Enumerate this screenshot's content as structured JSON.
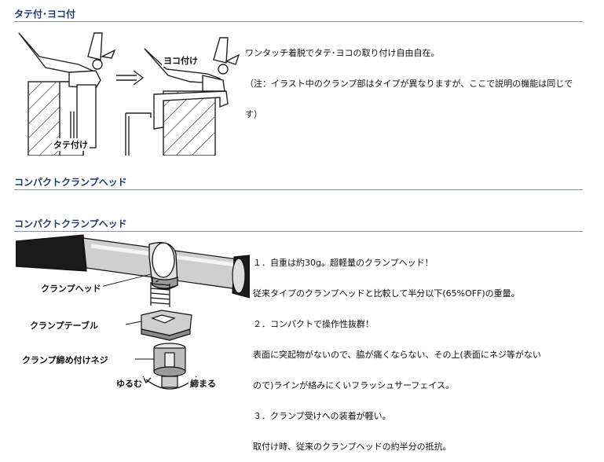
{
  "sections": {
    "tate": {
      "title": "タテ付･ヨコ付",
      "desc_lines": [
        "ワンタッチ着脱でタテ･ヨコの取り付け自由自在。",
        "（注：イラスト中のクランプ部はタイプが異なりますが、ここで説明の機能は同じで",
        "す）"
      ],
      "labels": {
        "yoko": "ヨコ付け",
        "tate": "タテ付け"
      }
    },
    "compact_1": {
      "title": "コンパクトクランプヘッド"
    },
    "compact_2": {
      "title": "コンパクトクランプヘッド",
      "desc_lines": [
        "１．自重は約30g。超軽量のクランプヘッド！",
        "従来タイプのクランプヘッドと比較して半分以下(65%OFF)の重量。",
        "２．コンパクトで操作性抜群！",
        "表面に突起物がないので、脇が痛くならない、その上(表面にネジ等がない",
        "ので)ラインが絡みにくいフラッシュサーフェイス。",
        "３．クランプ受けへの装着が軽い。",
        "取付け時、従来のクランプヘッドの約半分の抵抗。"
      ],
      "labels": {
        "head": "クランプヘッド",
        "table": "クランプテーブル",
        "screw": "クランプ締め付けネジ",
        "loosen": "ゆるむ",
        "tighten": "締まる"
      }
    }
  },
  "colors": {
    "heading": "#1b3a73",
    "rule": "#8a93a6"
  }
}
